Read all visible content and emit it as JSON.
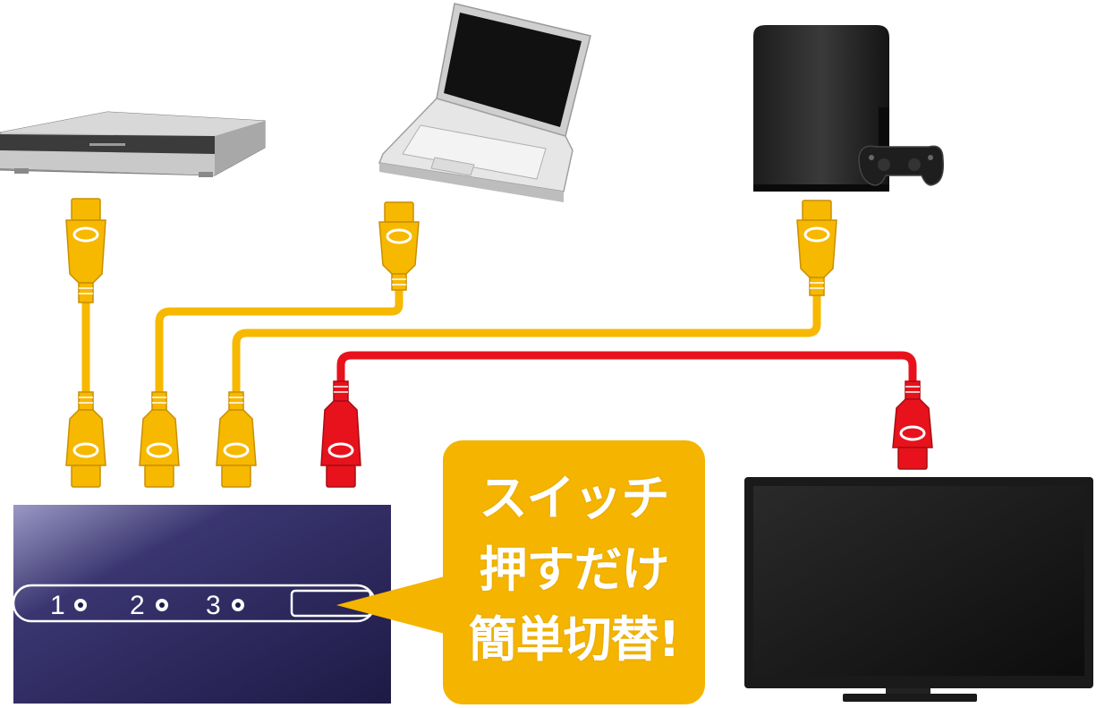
{
  "switch_panel": {
    "ports": [
      {
        "label": "1"
      },
      {
        "label": "2"
      },
      {
        "label": "3"
      }
    ]
  },
  "callout": {
    "lines": [
      "スイッチ",
      "押すだけ",
      "簡単切替!"
    ]
  },
  "devices": [
    {
      "icon": "blu-ray-recorder-icon"
    },
    {
      "icon": "laptop-icon"
    },
    {
      "icon": "game-console-icon"
    },
    {
      "icon": "tv-icon"
    }
  ],
  "colors": {
    "input_cable": "#f7b800",
    "output_cable": "#e8121c",
    "switch_body": "#2a2553",
    "callout": "#f4b400"
  }
}
